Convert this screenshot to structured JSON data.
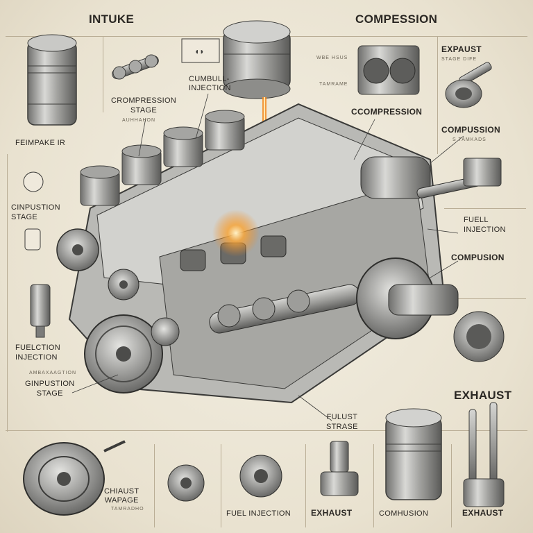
{
  "labels": {
    "intake": "INTUKE",
    "compession": "COMPESSION",
    "exhaust_top": "EXPAUST",
    "exhaust_top_sub": "STAGE DIFE",
    "cumbull_injection": "CUMBULL-\nINJECTION",
    "compression_stage_1": "CROMPRESSION\nSTAGE",
    "compression_mid": "CCOMPRESSION",
    "compussion": "COMPUSSION",
    "compussion_sub": "S TAMKADS",
    "feimpake": "FEIMPAKE IR",
    "cinpusion_stage": "CINPUSTION\nSTAGE",
    "fuel_injection_right": "FUELL\nINJECTION",
    "compusion_right": "COMPUSION",
    "fuelction_injection": "FUELCTION\nINJECTION",
    "ginpusion_stage_top": "AMBAXAAGTION",
    "ginpusion_stage": "GINPUSTION\nSTAGE",
    "exhaust_right": "EXHAUST",
    "fulust_strase": "FULUST\nSTRASE",
    "chiaust_wapage": "CHIAUST\nWAPAGE",
    "chiaust_sub": "TAMRADHO",
    "fuel_injection_bottom": "FUEL INJECTION",
    "exhaust_bottom_1": "EXHAUST",
    "comhusion_bottom": "COMHUSION",
    "exhaust_bottom_2": "EXHAUST",
    "tiny_top": "WBE HSUS",
    "tiny_top2": "TAMRAME",
    "tiny_left": "AUHHAHON"
  },
  "colors": {
    "paper": "#ece6d6",
    "metal": "#9a9a98",
    "metal_dark": "#4d4d4b",
    "glow": "#f28a1e"
  },
  "icons": [
    "piston-icon",
    "camshaft-icon",
    "valve-icon",
    "cylinder-block-icon",
    "pulley-icon",
    "fan-icon",
    "spark-plug-icon",
    "injector-icon",
    "bracket-icon"
  ]
}
